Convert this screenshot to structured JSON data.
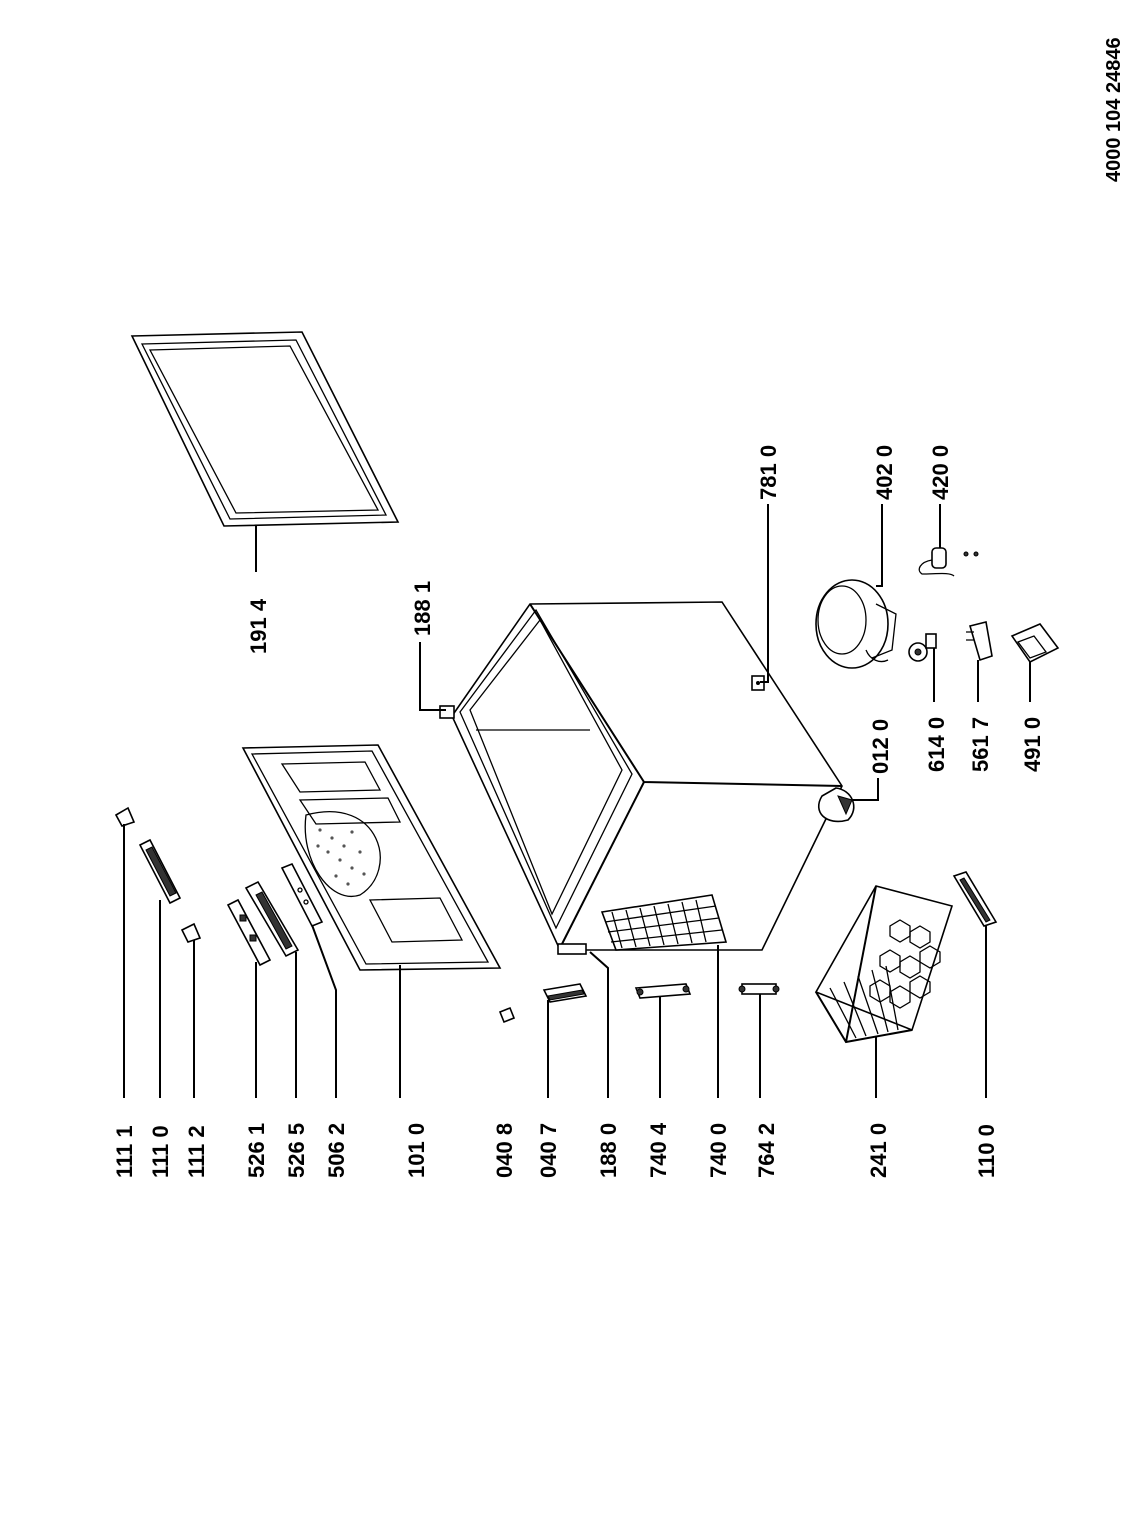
{
  "document_number": "4000 104 24846",
  "part_labels": {
    "p1111": "111 1",
    "p1110": "111 0",
    "p1112": "111 2",
    "p5261": "526 1",
    "p5265": "526 5",
    "p5062": "506 2",
    "p1010": "101 0",
    "p0408": "040 8",
    "p0407": "040 7",
    "p1880": "188 0",
    "p7404": "740 4",
    "p7400": "740 0",
    "p7642": "764 2",
    "p2410": "241 0",
    "p1100": "110 0",
    "p1914": "191 4",
    "p1881": "188 1",
    "p0120": "012 0",
    "p6140": "614 0",
    "p5617": "561 7",
    "p4910": "491 0",
    "p7810": "781 0",
    "p4020": "402 0",
    "p4200": "420 0"
  }
}
